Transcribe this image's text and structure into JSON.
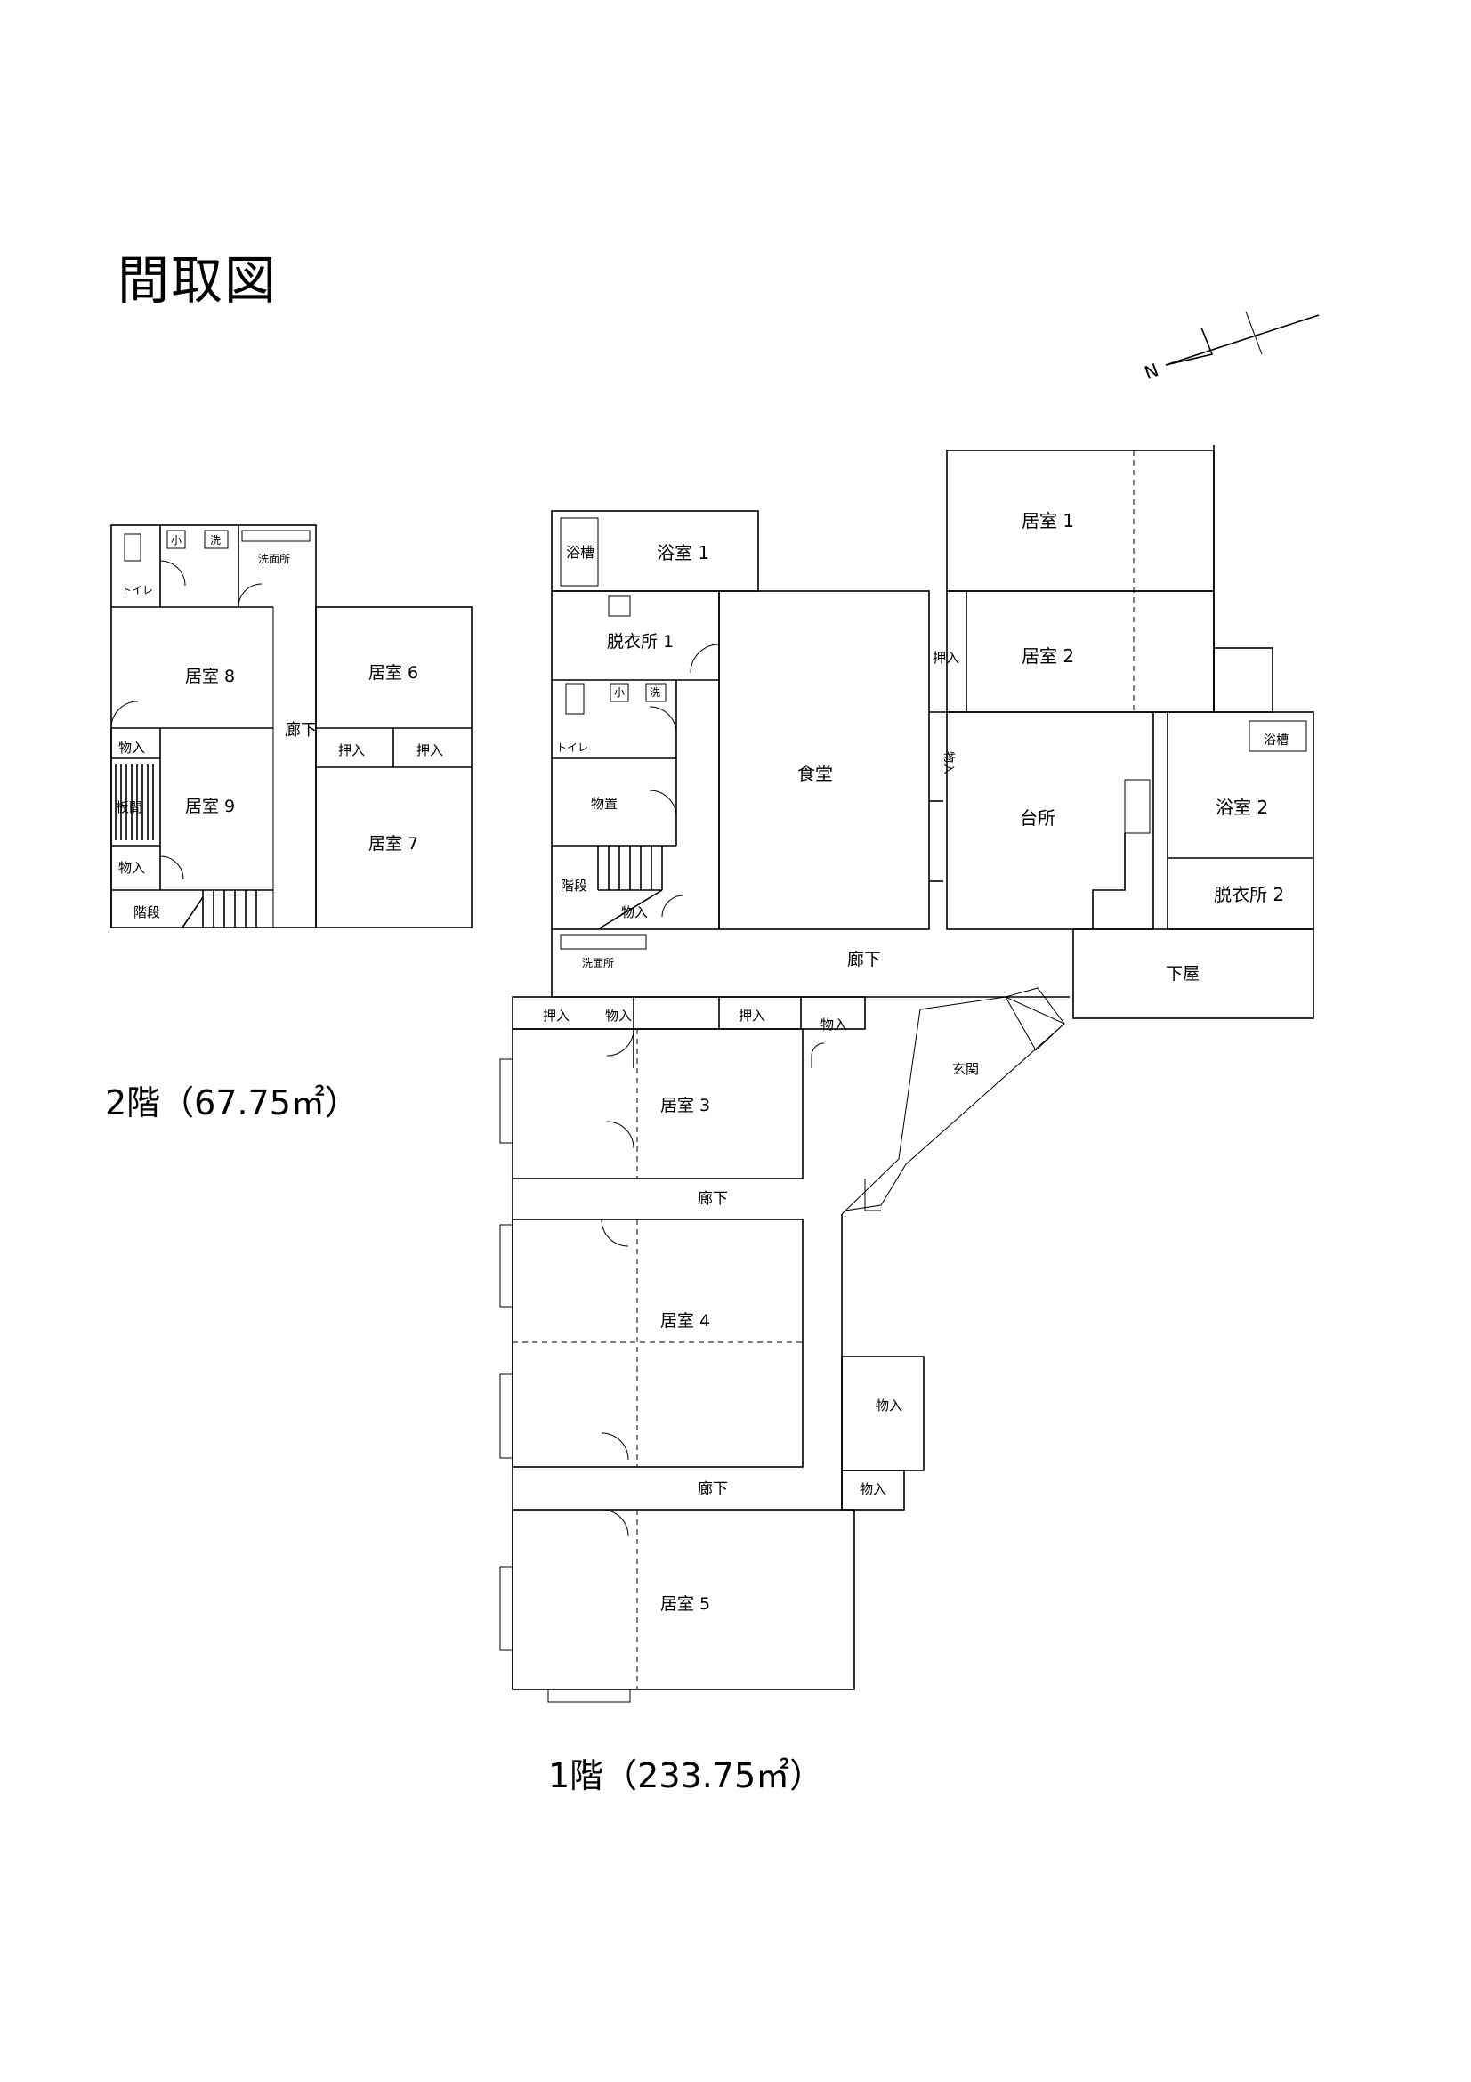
{
  "title": "間取図",
  "floor2": {
    "caption": "2階（67.75㎡）",
    "rooms": {
      "toilet": "トイレ",
      "urinal": "小",
      "sink": "洗",
      "washroom": "洗面所",
      "room8": "居室 8",
      "room6": "居室 6",
      "room9": "居室 9",
      "room7": "居室 7",
      "corridor": "廊下",
      "storage_a": "物入",
      "storage_b": "物入",
      "board_floor": "板間",
      "stairs": "階段",
      "closet_a": "押入",
      "closet_b": "押入"
    }
  },
  "floor1": {
    "caption": "1階（233.75㎡）",
    "rooms": {
      "tub1": "浴槽",
      "bath1": "浴室 1",
      "dressing1": "脱衣所 1",
      "toilet": "トイレ",
      "urinal": "小",
      "sink": "洗",
      "storeroom": "物置",
      "stairs": "階段",
      "storage_stair": "物入",
      "washroom": "洗面所",
      "dining": "食堂",
      "room1": "居室 1",
      "room2": "居室 2",
      "closet_r2": "押入",
      "storage_vert": "物入",
      "kitchen": "台所",
      "tub2": "浴槽",
      "bath2": "浴室 2",
      "dressing2": "脱衣所 2",
      "corridor_main": "廊下",
      "annex": "下屋",
      "closet_r3a": "押入",
      "storage_r3a": "物入",
      "closet_r3b": "押入",
      "storage_r3b": "物入",
      "entrance": "玄関",
      "room3": "居室 3",
      "corridor_mid": "廊下",
      "room4": "居室 4",
      "storage_e": "物入",
      "storage_f": "物入",
      "corridor_low": "廊下",
      "room5": "居室 5"
    }
  },
  "compass_label": "N"
}
